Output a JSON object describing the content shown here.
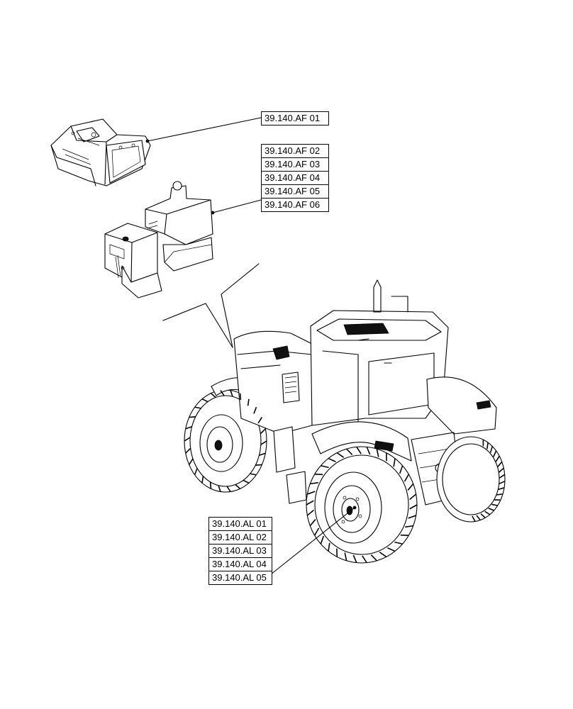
{
  "callouts": {
    "front_weight_bracket": [
      "39.140.AF 01"
    ],
    "front_weights": [
      "39.140.AF 02",
      "39.140.AF 03",
      "39.140.AF 04",
      "39.140.AF 05",
      "39.140.AF 06"
    ],
    "wheel_weights": [
      "39.140.AL 01",
      "39.140.AL 02",
      "39.140.AL 03",
      "39.140.AL 04",
      "39.140.AL 05"
    ]
  }
}
